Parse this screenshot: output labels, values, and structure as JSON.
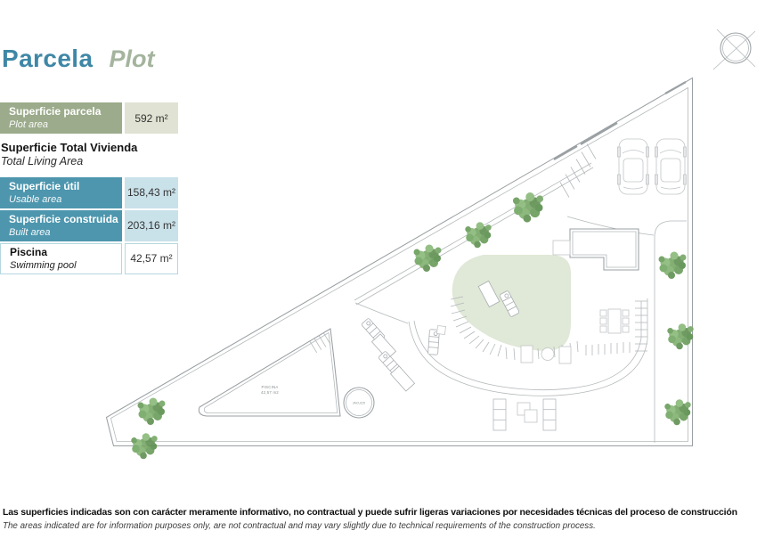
{
  "page": {
    "title_es": "Parcela",
    "title_en": "Plot"
  },
  "areas_table": {
    "parcela": {
      "label_es": "Superficie parcela",
      "label_en": "Plot area",
      "value": "592 m²"
    },
    "section": {
      "title_es": "Superficie Total Vivienda",
      "title_en": "Total Living Area"
    },
    "util": {
      "label_es": "Superficie útil",
      "label_en": "Usable area",
      "value": "158,43 m²"
    },
    "construida": {
      "label_es": "Superficie construida",
      "label_en": "Built area",
      "value": "203,16 m²"
    },
    "piscina": {
      "label_es": "Piscina",
      "label_en": "Swimming pool",
      "value": "42,57 m²"
    }
  },
  "site_plan": {
    "pool_label": "PISCINA",
    "pool_area": "42,57 m2",
    "jacuzzi_label": "JACUZZI"
  },
  "footer": {
    "line_es": "Las superficies indicadas son con carácter meramente informativo, no contractual y puede sufrir ligeras variaciones por necesidades técnicas del proceso de construcción",
    "line_en": "The areas indicated are for information purposes only, are not contractual and may vary slightly due to technical requirements of the construction process."
  },
  "colors": {
    "accent_teal": "#4d96ae",
    "sage_green": "#9cab8b",
    "light_sage": "#e0e3d3",
    "light_blue": "#c9e1e9",
    "title_blue": "#3f87a6",
    "title_sage": "#a4b49d",
    "lawn_green": "#dde6d3",
    "line_gray": "#9aa0a3",
    "tree_green": "#6f9f60"
  }
}
